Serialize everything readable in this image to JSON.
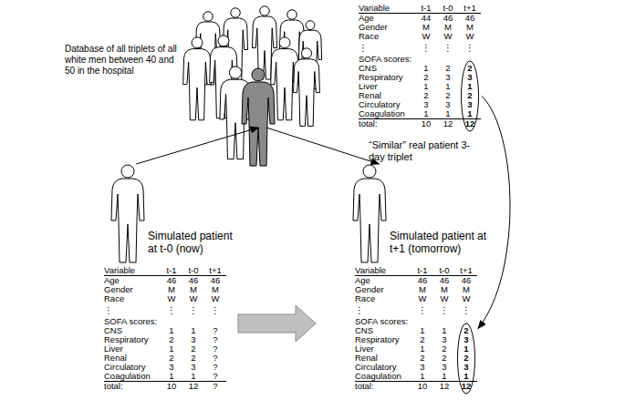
{
  "diagram": {
    "nodes": [
      {
        "text": [
          "Database of all triplets of all white men between 40 and 50 in the hospital"
        ]
      },
      {
        "text": [
          "Variable",
          "t-1",
          "t-0",
          "t+1",
          "Age",
          "44",
          "46",
          "46",
          "Gender",
          "M",
          "M",
          "M",
          "Race",
          "W",
          "W",
          "W",
          "⋮",
          "⋮",
          "⋮",
          "⋮",
          "SOFA scores:",
          "CNS",
          "1",
          "2",
          "2",
          "Respiratory",
          "2",
          "3",
          "3",
          "Liver",
          "1",
          "1",
          "1",
          "Renal",
          "2",
          "2",
          "2",
          "Circulatory",
          "3",
          "3",
          "3",
          "Coagulation",
          "1",
          "1",
          "1",
          "total:",
          "10",
          "12",
          "12",
          "“Similar” real patient 3-day triplet"
        ]
      },
      {
        "text": [
          "Simulated patient at t-0 (now)"
        ]
      },
      {
        "text": [
          "Simulated patient at t+1 (tomorrow)"
        ]
      },
      {
        "text": [
          "Variable",
          "t-1",
          "t-0",
          "t+1",
          "Age",
          "46",
          "46",
          "46",
          "Gender",
          "M",
          "M",
          "M",
          "Race",
          "W",
          "W",
          "W",
          "⋮",
          "⋮",
          "⋮",
          "⋮",
          "SOFA scores:",
          "CNS",
          "1",
          "1",
          "?",
          "Respiratory",
          "2",
          "3",
          "?",
          "Liver",
          "1",
          "2",
          "?",
          "Renal",
          "2",
          "2",
          "?",
          "Circulatory",
          "3",
          "3",
          "?",
          "Coagulation",
          "1",
          "1",
          "?",
          "total:",
          "10",
          "12",
          "?"
        ]
      },
      {
        "text": [
          "Variable",
          "t-1",
          "t-0",
          "t+1",
          "Age",
          "46",
          "46",
          "46",
          "Gender",
          "M",
          "M",
          "M",
          "Race",
          "W",
          "W",
          "W",
          "⋮",
          "⋮",
          "⋮",
          "⋮",
          "SOFA scores:",
          "CNS",
          "1",
          "1",
          "2",
          "Respiratory",
          "2",
          "3",
          "3",
          "Liver",
          "1",
          "2",
          "1",
          "Renal",
          "2",
          "2",
          "2",
          "Circulatory",
          "3",
          "3",
          "3",
          "Coagulation",
          "1",
          "1",
          "1",
          "total:",
          "10",
          "12",
          "12"
        ]
      }
    ],
    "edges": [
      {
        "from": 2,
        "to": 0,
        "arrow": "to"
      },
      {
        "from": 0,
        "to": 3,
        "arrow": "to"
      },
      {
        "from": 1,
        "to": 5,
        "arrow": "to"
      },
      {
        "from": 4,
        "to": 5,
        "arrow": "to"
      }
    ]
  }
}
